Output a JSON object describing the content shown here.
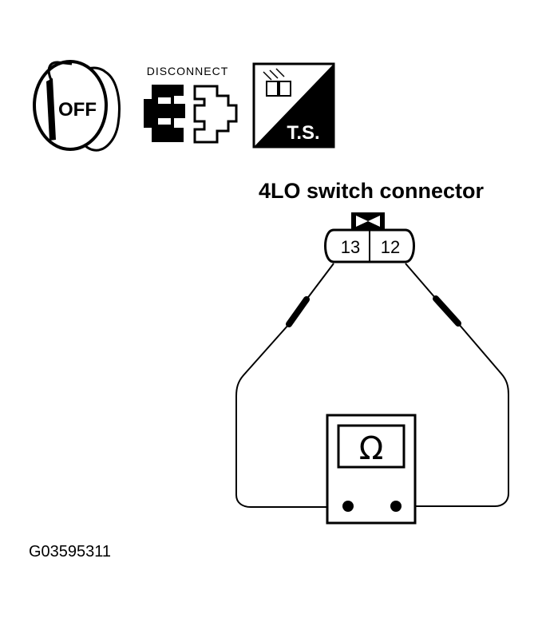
{
  "icons": {
    "ignition": {
      "label": "OFF"
    },
    "disconnect": {
      "label": "DISCONNECT"
    },
    "trouble_shooting": {
      "label": "T.S."
    }
  },
  "connector": {
    "title": "4LO switch connector",
    "pins": [
      "13",
      "12"
    ]
  },
  "meter": {
    "symbol": "Ω"
  },
  "figure_code": "G03595311"
}
